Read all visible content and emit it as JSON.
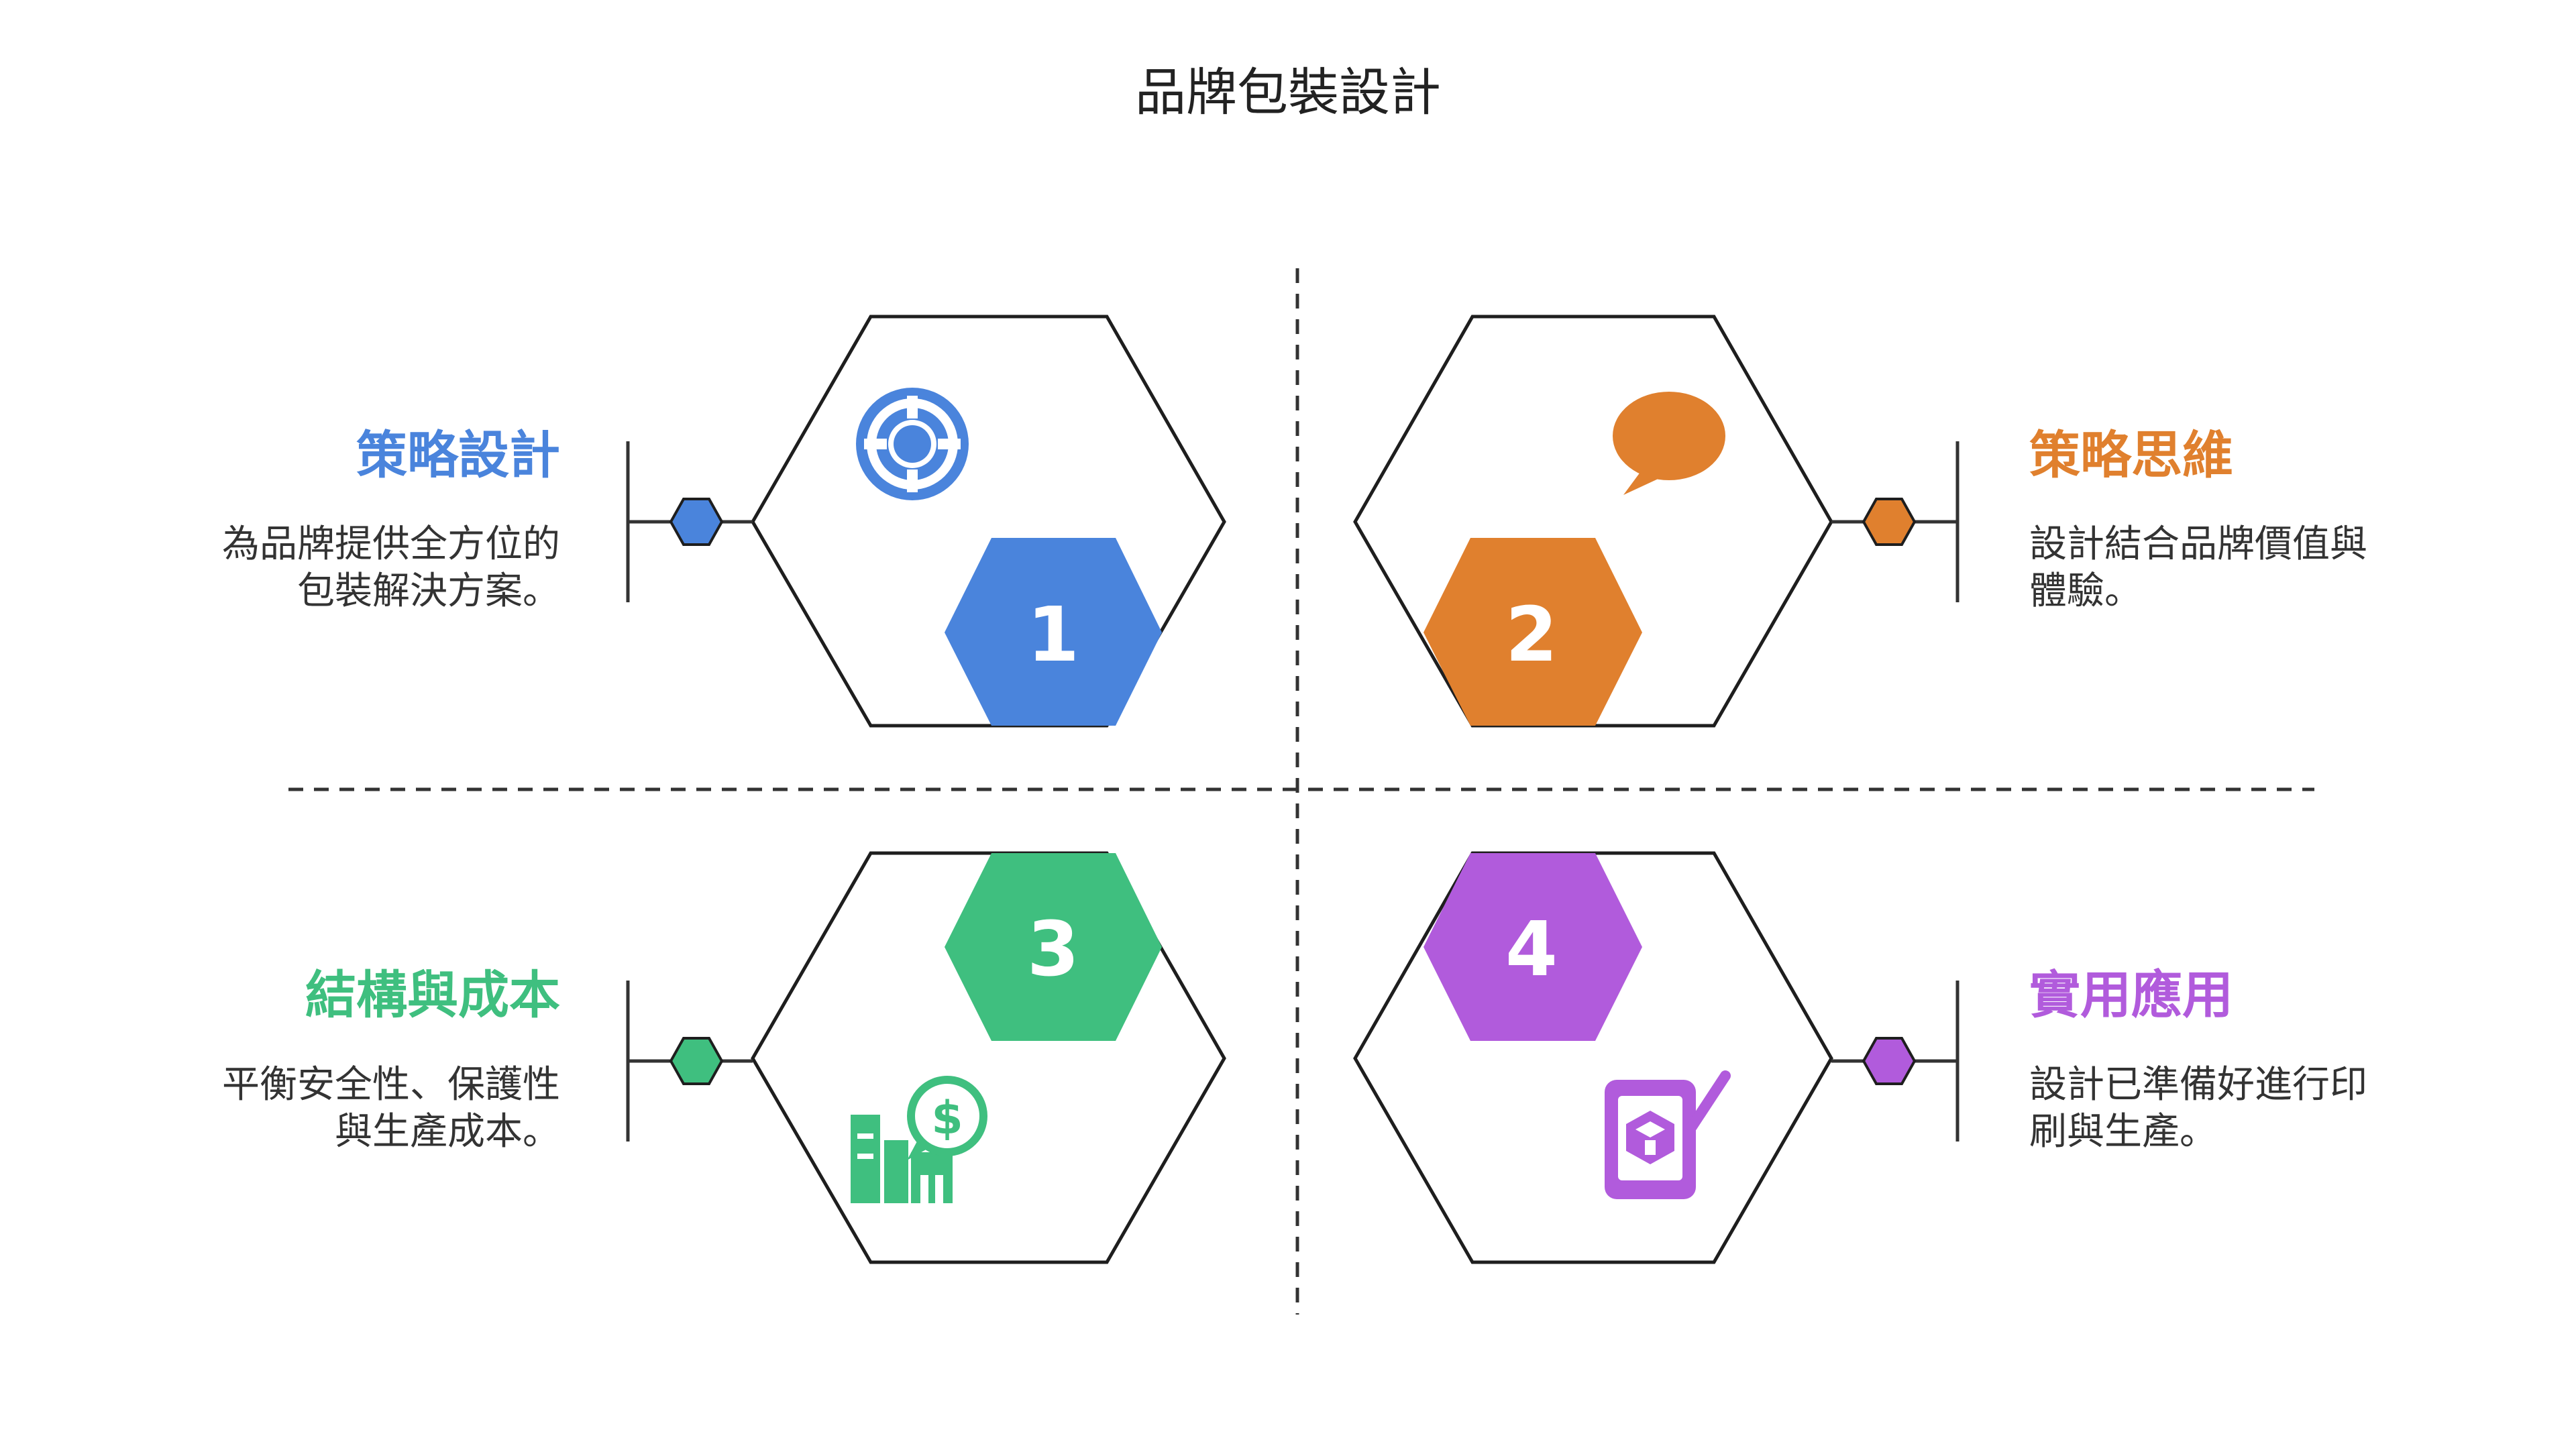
{
  "title": "品牌包裝設計",
  "quadrants": [
    {
      "number": "1",
      "heading": "策略設計",
      "description_lines": [
        "為品牌提供全方位的",
        "包裝解決方案。"
      ],
      "color": "#4a84dc",
      "icon": "target-icon"
    },
    {
      "number": "2",
      "heading": "策略思維",
      "description_lines": [
        "設計結合品牌價值與",
        "體驗。"
      ],
      "color": "#e0802e",
      "icon": "speech-bubble-icon"
    },
    {
      "number": "3",
      "heading": "結構與成本",
      "description_lines": [
        "平衡安全性、保護性",
        "與生產成本。"
      ],
      "color": "#3fbf7f",
      "icon": "building-cost-icon"
    },
    {
      "number": "4",
      "heading": "實用應用",
      "description_lines": [
        "設計已準備好進行印",
        "刷與生產。"
      ],
      "color": "#b15bdc",
      "icon": "tablet-design-icon"
    }
  ]
}
